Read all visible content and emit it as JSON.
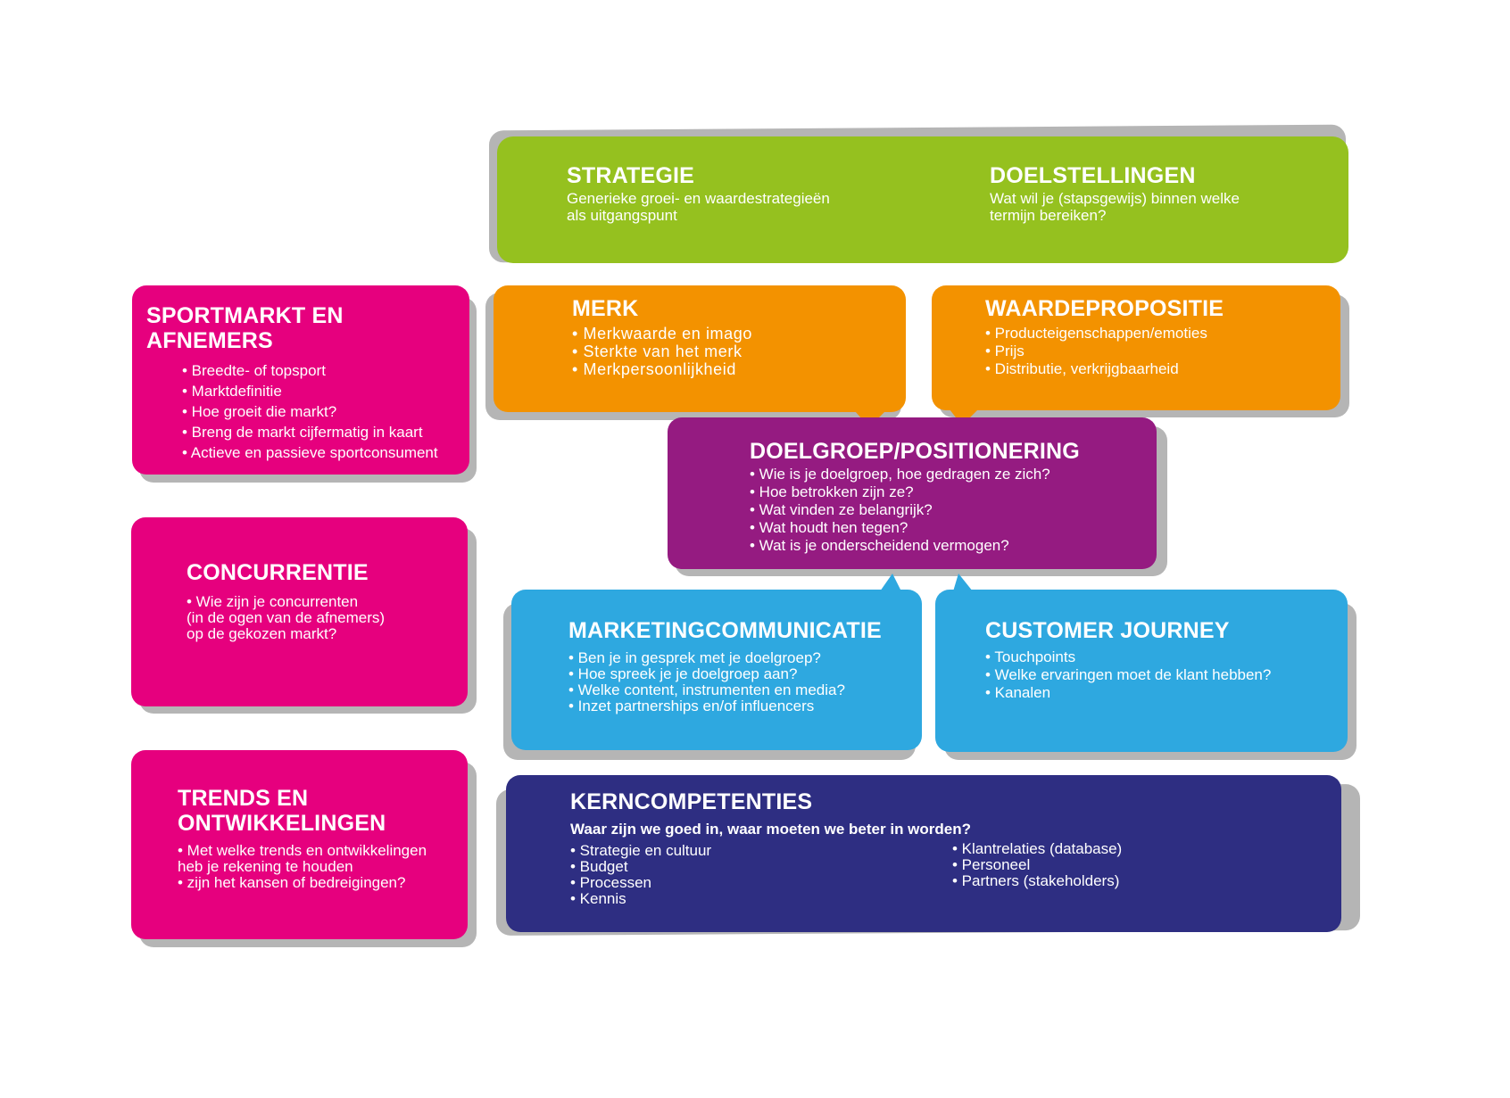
{
  "colors": {
    "magenta": "#e6007e",
    "green": "#95c11f",
    "orange": "#f39200",
    "purple": "#951b81",
    "blue": "#2ea8e0",
    "navy": "#2e2e82",
    "shadow": "#b5b5b5"
  },
  "strategie": {
    "title": "STRATEGIE",
    "desc": "Generieke groei- en waardestrategieën\nals uitgangspunt"
  },
  "doelstellingen": {
    "title": "DOELSTELLINGEN",
    "desc": "Wat wil je (stapsgewijs) binnen welke\ntermijn bereiken?"
  },
  "sportmarkt": {
    "title": "SPORTMARKT EN AFNEMERS",
    "items": [
      "• Breedte- of topsport",
      "• Marktdefinitie",
      "• Hoe groeit die markt?",
      "• Breng de markt  cijfermatig in kaart",
      "• Actieve en passieve sportconsument"
    ]
  },
  "merk": {
    "title": "MERK",
    "items": [
      "• Merkwaarde en imago",
      "• Sterkte van het merk",
      "• Merkpersoonlijkheid"
    ]
  },
  "waardepropositie": {
    "title": "WAARDEPROPOSITIE",
    "items": [
      "• Producteigenschappen/emoties",
      "• Prijs",
      "• Distributie, verkrijgbaarheid"
    ]
  },
  "doelgroep": {
    "title": "DOELGROEP/POSITIONERING",
    "items": [
      "• Wie is je doelgroep, hoe gedragen ze zich?",
      "• Hoe betrokken zijn ze?",
      "• Wat vinden ze belangrijk?",
      "• Wat houdt hen tegen?",
      "• Wat is je onderscheidend vermogen?"
    ]
  },
  "concurrentie": {
    "title": "CONCURRENTIE",
    "items": [
      "• Wie zijn je concurrenten\n   (in de ogen van de afnemers)\n   op de gekozen markt?"
    ]
  },
  "marketingcommunicatie": {
    "title": "MARKETINGCOMMUNICATIE",
    "items": [
      "• Ben je in gesprek met je doelgroep?",
      "• Hoe spreek je je doelgroep aan?",
      "• Welke content, instrumenten en media?",
      "• Inzet partnerships en/of influencers"
    ]
  },
  "customer_journey": {
    "title": "CUSTOMER JOURNEY",
    "items": [
      "• Touchpoints",
      "• Welke ervaringen moet de klant hebben?",
      "• Kanalen"
    ]
  },
  "trends": {
    "title": "TRENDS EN\nONTWIKKELINGEN",
    "items": [
      "• Met welke trends en ontwikkelingen\n   heb je rekening te houden",
      "   • zijn het kansen of bedreigingen?"
    ]
  },
  "kerncompetenties": {
    "title": "KERNCOMPETENTIES",
    "subtitle": "Waar zijn we goed in, waar moeten we beter in worden?",
    "items_left": [
      "• Strategie en cultuur",
      "• Budget",
      "• Processen",
      "• Kennis"
    ],
    "items_right": [
      "• Klantrelaties (database)",
      "• Personeel",
      "• Partners (stakeholders)"
    ]
  }
}
